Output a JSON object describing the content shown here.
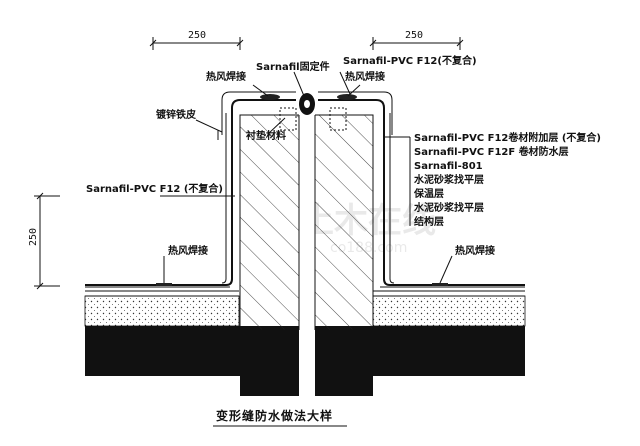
{
  "title": "变形缝防水做法大样",
  "dimensions": {
    "top_left": "250",
    "top_right": "250",
    "left_height": "250"
  },
  "labels": {
    "fastener": "Sarnafil固定件",
    "membrane_top": "Sarnafil-PVC F12(不复合)",
    "hot_air_weld_top_left": "热风焊接",
    "hot_air_weld_top_right": "热风焊接",
    "galvanized_sheet": "镀锌铁皮",
    "filler_material": "衬垫材料",
    "membrane_left": "Sarnafil-PVC F12 (不复合)",
    "hot_air_weld_bottom_left": "热风焊接",
    "hot_air_weld_bottom_right": "热风焊接"
  },
  "layer_legend": [
    "Sarnafil-PVC F12卷材附加层 (不复合)",
    "Sarnafil-PVC F12F 卷材防水层",
    "Sarnafil-801",
    "水泥砂浆找平层",
    "保温层",
    "水泥砂浆找平层",
    "结构层"
  ],
  "watermark": {
    "text": "土木在线",
    "subtext": "co188.com"
  }
}
